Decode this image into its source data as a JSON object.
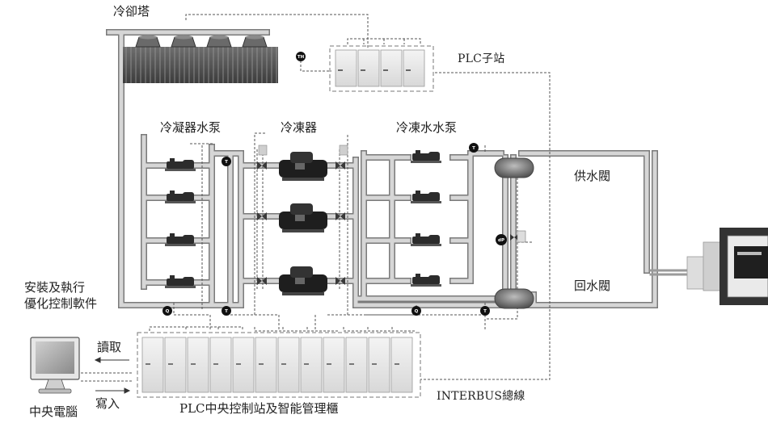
{
  "labels": {
    "cooling_tower": "冷卻塔",
    "plc_substation": "PLC子站",
    "condenser_pump": "冷凝器水泵",
    "chiller": "冷凍器",
    "chilled_water_pump": "冷凍水水泵",
    "supply_valve": "供水閥",
    "return_valve": "回水閥",
    "install_software": "安裝及執行\n優化控制軟件",
    "read": "讀取",
    "write": "寫入",
    "central_computer": "中央電腦",
    "interbus": "INTERBUS總線",
    "plc_central": "PLC中央控制站及智能管理櫃"
  },
  "sensor_tags": {
    "th": "TH",
    "t": "T",
    "q": "Q",
    "dp": "dP"
  },
  "colors": {
    "pipe_fill": "#d2d2d2",
    "pipe_edge": "#7a7a7a",
    "cabinet": "#eaeaea",
    "equipment": "#2a2a2a",
    "sensor": "#111111",
    "text": "#222222"
  }
}
